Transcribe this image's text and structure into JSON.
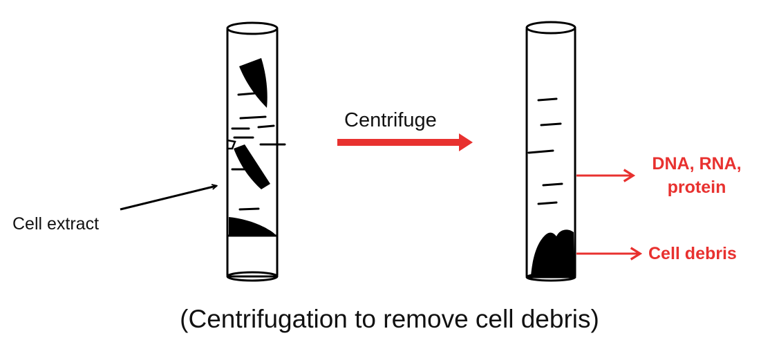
{
  "colors": {
    "accent_red": "#e8312f",
    "ink": "#000000",
    "text": "#111111"
  },
  "labels": {
    "cell_extract": "Cell extract",
    "centrifuge": "Centrifuge",
    "dna_rna_protein": "DNA, RNA, protein",
    "cell_debris": "Cell debris",
    "caption": "(Centrifugation to remove cell debris)"
  }
}
